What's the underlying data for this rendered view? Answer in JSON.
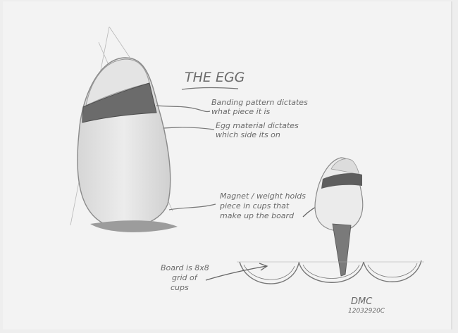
{
  "title": "THE EGG",
  "annotations": {
    "banding": [
      "Banding pattern dictates",
      "what piece it is"
    ],
    "material": [
      "Egg material dictates",
      "which side its on"
    ],
    "magnet": [
      "Magnet / weight holds",
      "piece in cups that",
      "make up the board"
    ],
    "board": [
      "Board is 8x8",
      "grid of",
      "cups"
    ]
  },
  "signature": {
    "initials": "DMC",
    "date": "12032920C"
  }
}
